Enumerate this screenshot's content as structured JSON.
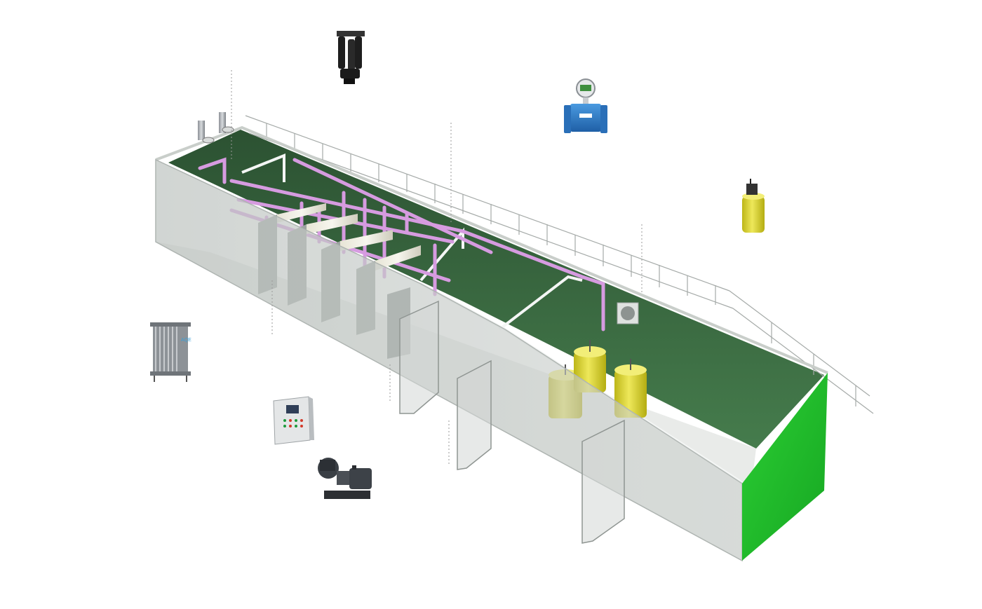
{
  "diagram": {
    "background_color": "#ffffff",
    "accent_green": "#1fbf2a",
    "pipe_color": "#d69be0",
    "tank_yellow": "#e2dc33",
    "flowmeter_blue": "#2f7fc8",
    "components": [
      {
        "name": "aeration-blower",
        "icon": "blower-icon"
      },
      {
        "name": "electromagnetic-flowmeter",
        "icon": "flowmeter-icon"
      },
      {
        "name": "dosing-tank",
        "icon": "dosing-tank-icon"
      },
      {
        "name": "membrane-module",
        "icon": "membrane-module-icon",
        "label": "AQE"
      },
      {
        "name": "control-cabinet",
        "icon": "control-cabinet-icon"
      },
      {
        "name": "self-priming-pump",
        "icon": "pump-icon"
      }
    ]
  }
}
